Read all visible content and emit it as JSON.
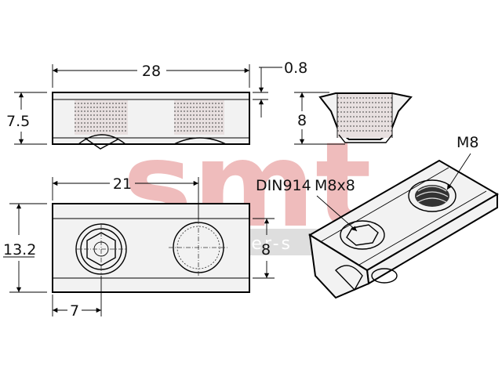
{
  "watermark": {
    "brand": "smt",
    "sub": "lumber-s",
    "color": "#e9a3a3"
  },
  "dimensions": {
    "top_length": "28",
    "top_offset": "0.8",
    "top_height": "7.5",
    "side_height": "8",
    "plan_length": "21",
    "plan_width": "13.2",
    "plan_right": "8",
    "plan_left": "7"
  },
  "annotations": {
    "screw": "DIN914",
    "screw_size": "M8x8",
    "thread": "M8"
  },
  "colors": {
    "line": "#000000",
    "fill": "#f2f2f2",
    "watermark": "#e9a3a3"
  }
}
